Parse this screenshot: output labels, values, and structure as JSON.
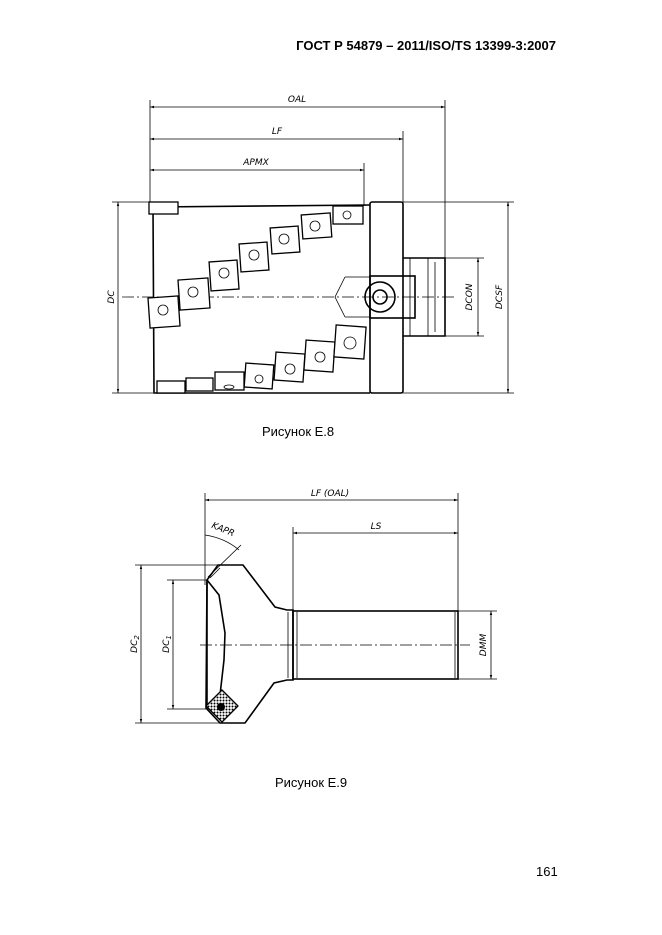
{
  "header": {
    "standard": "ГОСТ Р 54879 – 2011/ISO/TS 13399-3:2007"
  },
  "figure_e8": {
    "caption": "Рисунок Е.8",
    "labels": {
      "oal": "OAL",
      "lf": "LF",
      "apmx": "APMX",
      "dc": "DC",
      "dcon": "DCON",
      "dcsf": "DCSF"
    }
  },
  "figure_e9": {
    "caption": "Рисунок Е.9",
    "labels": {
      "lf_oal": "LF (OAL)",
      "ls": "LS",
      "kapr": "KAPR",
      "dc2": "DC",
      "dc2_sub": "2",
      "dc1": "DC",
      "dc1_sub": "1",
      "dmm": "DMM"
    }
  },
  "footer": {
    "page_number": "161"
  }
}
